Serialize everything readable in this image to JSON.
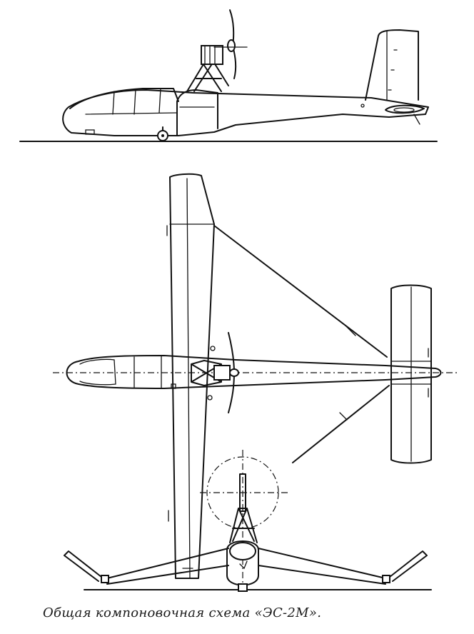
{
  "figure": {
    "caption": "Общая компоновочная схема «ЭС-2М».",
    "views": [
      {
        "id": "side",
        "name": "side-view"
      },
      {
        "id": "top",
        "name": "top-view"
      },
      {
        "id": "front",
        "name": "front-view"
      }
    ]
  }
}
